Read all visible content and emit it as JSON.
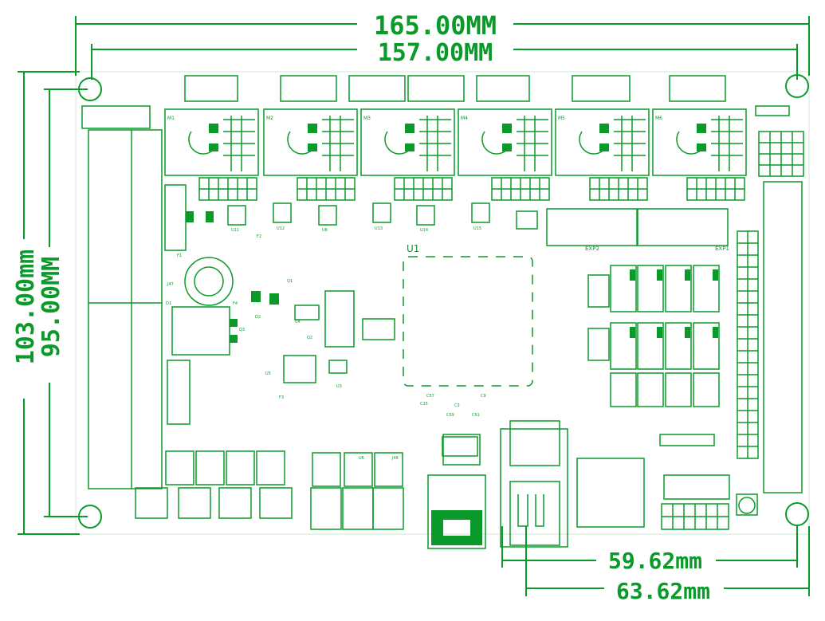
{
  "dimensions": {
    "overall_width": "165.00MM",
    "hole_width": "157.00MM",
    "overall_height": "103.00mm",
    "hole_height": "95.00MM",
    "usb_offset_inner": "59.62mm",
    "usb_offset_outer": "63.62mm"
  },
  "labels": {
    "mcu": "U1",
    "exp2": "EXP2",
    "exp1": "EXP1",
    "driver_slots": [
      "M1",
      "M2",
      "M3",
      "M4",
      "M5",
      "M6"
    ],
    "small_parts": [
      "U11",
      "U12",
      "U8",
      "U13",
      "U14",
      "U15",
      "Q1",
      "Q2",
      "Q3",
      "U3",
      "U4",
      "U5",
      "U6",
      "J46",
      "J47",
      "D1",
      "D2",
      "F1",
      "F2",
      "F3",
      "F4",
      "C3",
      "C9",
      "C15",
      "C57",
      "C59",
      "C61"
    ]
  },
  "colors": {
    "trace": "#0a9a2a",
    "board": "#ffffff",
    "dim_line": "#0a9a2a"
  }
}
